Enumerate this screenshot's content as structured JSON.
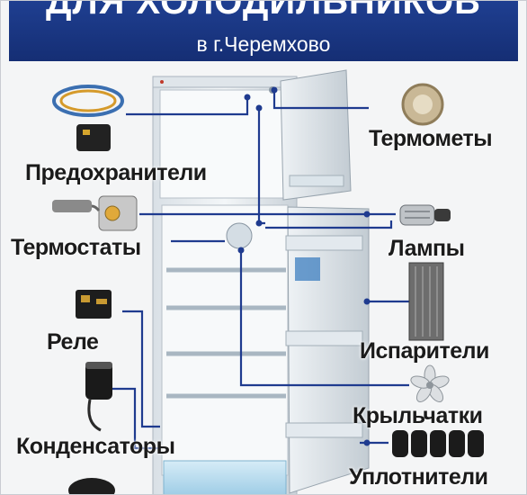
{
  "banner": {
    "title": "ДЛЯ ХОЛОДИЛЬНИКОВ",
    "subtitle": "в г.Черемхово"
  },
  "labels": {
    "fuses": "Предохранители",
    "thermostats": "Термостаты",
    "relay": "Реле",
    "capacitors": "Конденсаторы",
    "thermometers": "Термометы",
    "lamps": "Лампы",
    "evaporators": "Испарители",
    "impellers": "Крыльчатки",
    "seals": "Уплотнители"
  },
  "colors": {
    "banner": "#1f3f91",
    "connector": "#1f3b8f",
    "fridge": "#e8edf1",
    "drawer": "#bfe0f2"
  }
}
